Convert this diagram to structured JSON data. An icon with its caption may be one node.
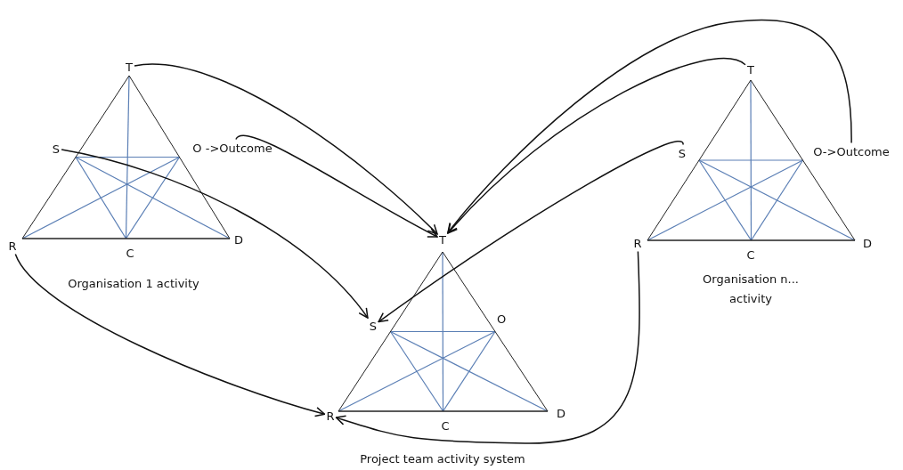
{
  "diagram": {
    "nodes": [
      {
        "text": [
          "T"
        ]
      },
      {
        "text": [
          "S"
        ]
      },
      {
        "text": [
          "O ->Outcome"
        ]
      },
      {
        "text": [
          "R"
        ]
      },
      {
        "text": [
          "T"
        ]
      },
      {
        "text": [
          "S"
        ]
      },
      {
        "text": [
          "R"
        ]
      },
      {
        "text": [
          "T"
        ]
      },
      {
        "text": [
          "S"
        ]
      },
      {
        "text": [
          "O->Outcome"
        ]
      },
      {
        "text": [
          "R"
        ]
      }
    ],
    "edges": [
      {
        "from": 0,
        "to": 4,
        "arrow": "to"
      },
      {
        "from": 2,
        "to": 4,
        "arrow": "to"
      },
      {
        "from": 1,
        "to": 5,
        "arrow": "to"
      },
      {
        "from": 3,
        "to": 6,
        "arrow": "to"
      },
      {
        "from": 9,
        "to": 4,
        "arrow": "to"
      },
      {
        "from": 7,
        "to": 4,
        "arrow": "to"
      },
      {
        "from": 8,
        "to": 5,
        "arrow": "to"
      },
      {
        "from": 10,
        "to": 6,
        "arrow": "to"
      }
    ],
    "labels": [
      "C",
      "D",
      "Organisation 1 activity",
      "O",
      "C",
      "D",
      "Project team activity system",
      "C",
      "D",
      "Organisation n... activity"
    ]
  }
}
